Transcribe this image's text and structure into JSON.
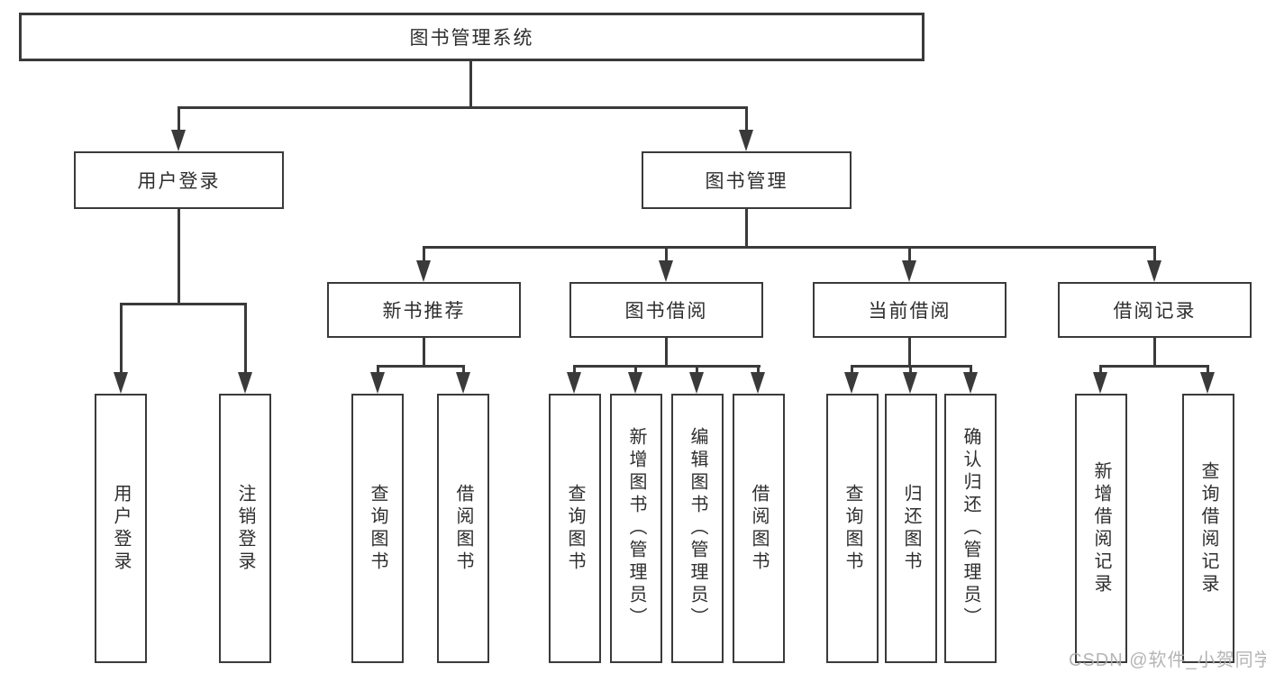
{
  "diagram": {
    "root": {
      "label": "图书管理系统"
    },
    "login": {
      "label": "用户登录",
      "leaves": [
        "用户登录",
        "注销登录"
      ]
    },
    "management": {
      "label": "图书管理",
      "groups": [
        {
          "label": "新书推荐",
          "leaves": [
            "查询图书",
            "借阅图书"
          ]
        },
        {
          "label": "图书借阅",
          "leaves": [
            "查询图书",
            "新增图书（管理员）",
            "编辑图书（管理员）",
            "借阅图书"
          ]
        },
        {
          "label": "当前借阅",
          "leaves": [
            "查询图书",
            "归还图书",
            "确认归还（管理员）"
          ]
        },
        {
          "label": "借阅记录",
          "leaves": [
            "新增借阅记录",
            "查询借阅记录"
          ]
        }
      ]
    },
    "watermark": "CSDN @软件_小贺同学",
    "colors": {
      "line": "#3a3a3a",
      "text": "#2e2e2e",
      "watermark": "#adadad",
      "background": "#ffffff"
    }
  }
}
